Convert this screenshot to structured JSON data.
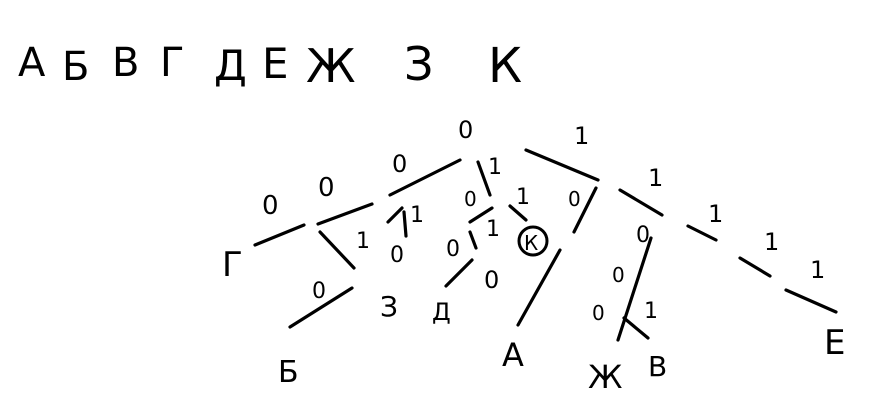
{
  "alphabet": [
    "А",
    "Б",
    "В",
    "Г",
    "Д",
    "Е",
    "Ж",
    "З",
    "К"
  ],
  "tree": {
    "edges": [
      {
        "label": "0"
      },
      {
        "label": "1"
      },
      {
        "label": "0"
      },
      {
        "label": "1"
      },
      {
        "label": "0"
      },
      {
        "label": "1"
      },
      {
        "label": "0"
      },
      {
        "label": "1"
      },
      {
        "label": "0"
      },
      {
        "label": "1"
      },
      {
        "label": "0"
      },
      {
        "label": "1"
      },
      {
        "label": "0"
      },
      {
        "label": "1"
      },
      {
        "label": "0"
      },
      {
        "label": "0"
      },
      {
        "label": "1"
      },
      {
        "label": "1"
      },
      {
        "label": "1"
      },
      {
        "label": "0"
      },
      {
        "label": "0"
      },
      {
        "label": "1"
      }
    ],
    "leaves": [
      {
        "symbol": "Г"
      },
      {
        "symbol": "Б"
      },
      {
        "symbol": "З"
      },
      {
        "symbol": "Д"
      },
      {
        "symbol": "К",
        "circled": true
      },
      {
        "symbol": "А"
      },
      {
        "symbol": "Ж"
      },
      {
        "symbol": "В"
      },
      {
        "symbol": "Е"
      }
    ]
  }
}
